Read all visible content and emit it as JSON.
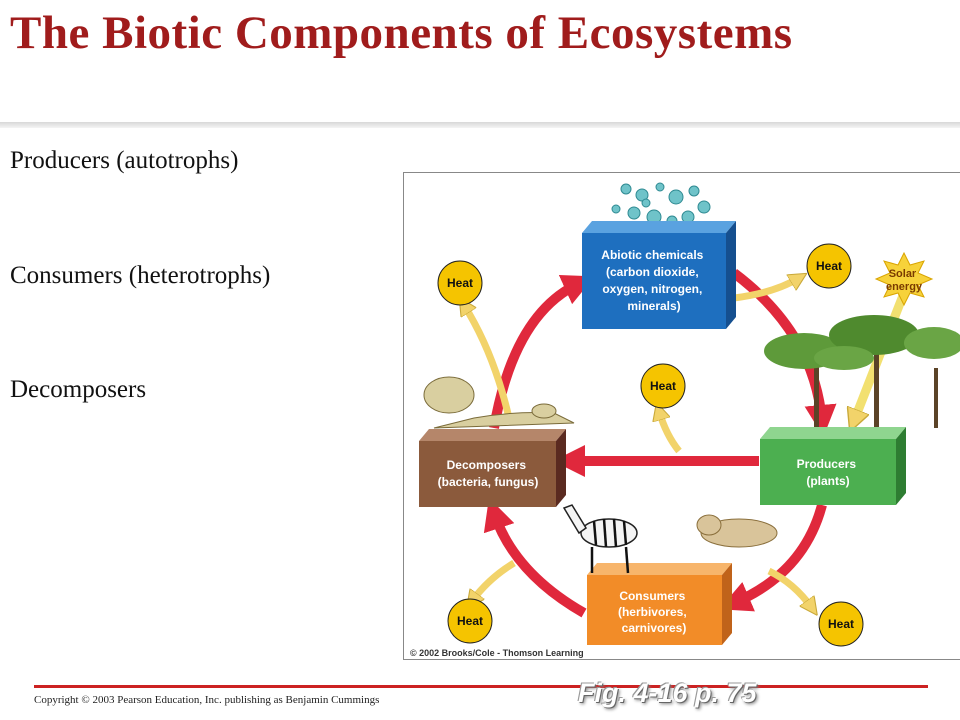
{
  "slide": {
    "title": "The Biotic Components of Ecosystems",
    "bullets": [
      "Producers (autotrophs)",
      "Consumers (heterotrophs)",
      "Decomposers"
    ],
    "copyright": "Copyright © 2003 Pearson Education, Inc. publishing as Benjamin Cummings",
    "figure_ref": "Fig. 4-16 p. 75"
  },
  "figure": {
    "abiotic_lines": [
      "Abiotic chemicals",
      "(carbon dioxide,",
      "oxygen, nitrogen,",
      "minerals)"
    ],
    "producers_lines": [
      "Producers",
      "(plants)"
    ],
    "consumers_lines": [
      "Consumers",
      "(herbivores,",
      "carnivores)"
    ],
    "decomposers_lines": [
      "Decomposers",
      "(bacteria, fungus)"
    ],
    "heat_label": "Heat",
    "solar_lines": [
      "Solar",
      "energy"
    ],
    "credit": "© 2002 Brooks/Cole - Thomson Learning"
  },
  "colors": {
    "title": "#a01c1c",
    "abiotic": "#1e6fbf",
    "producers": "#4caf50",
    "consumers": "#f28c28",
    "decomposers": "#8b5a3c",
    "cycle_arrow": "#e0283c",
    "heat_circle": "#f5c400",
    "heat_arrow": "#f2d36a"
  }
}
